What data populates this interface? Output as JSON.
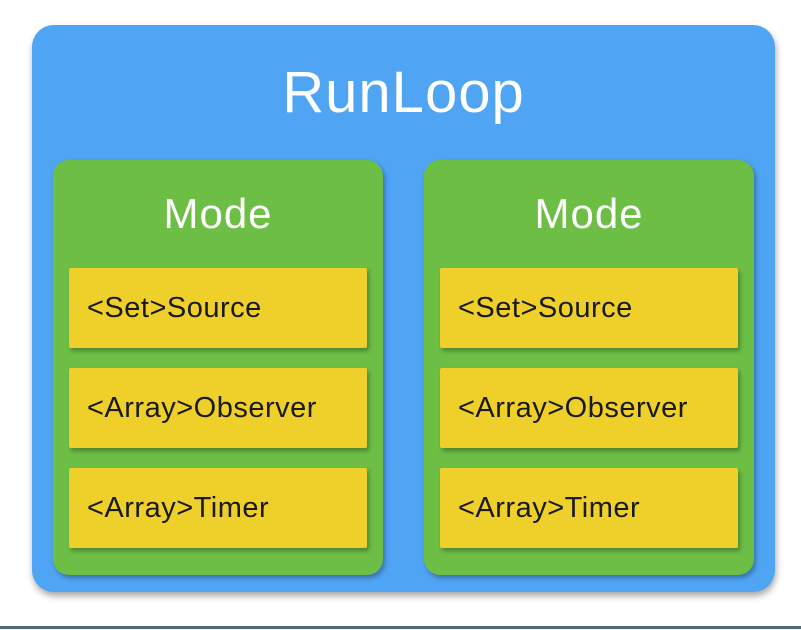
{
  "diagram": {
    "title": "RunLoop",
    "modes": [
      {
        "title": "Mode",
        "items": {
          "source": "<Set>Source",
          "observer": "<Array>Observer",
          "timer": "<Array>Timer"
        }
      },
      {
        "title": "Mode",
        "items": {
          "source": "<Set>Source",
          "observer": "<Array>Observer",
          "timer": "<Array>Timer"
        }
      }
    ]
  },
  "colors": {
    "page_background": "#ffffff",
    "runloop_fill": "#4FA4F3",
    "mode_fill": "#6CBE45",
    "item_fill": "#EFD02B",
    "label_text": "#ffffff",
    "item_text": "#1a1a1a",
    "bottom_bar": "#4E6D79"
  }
}
